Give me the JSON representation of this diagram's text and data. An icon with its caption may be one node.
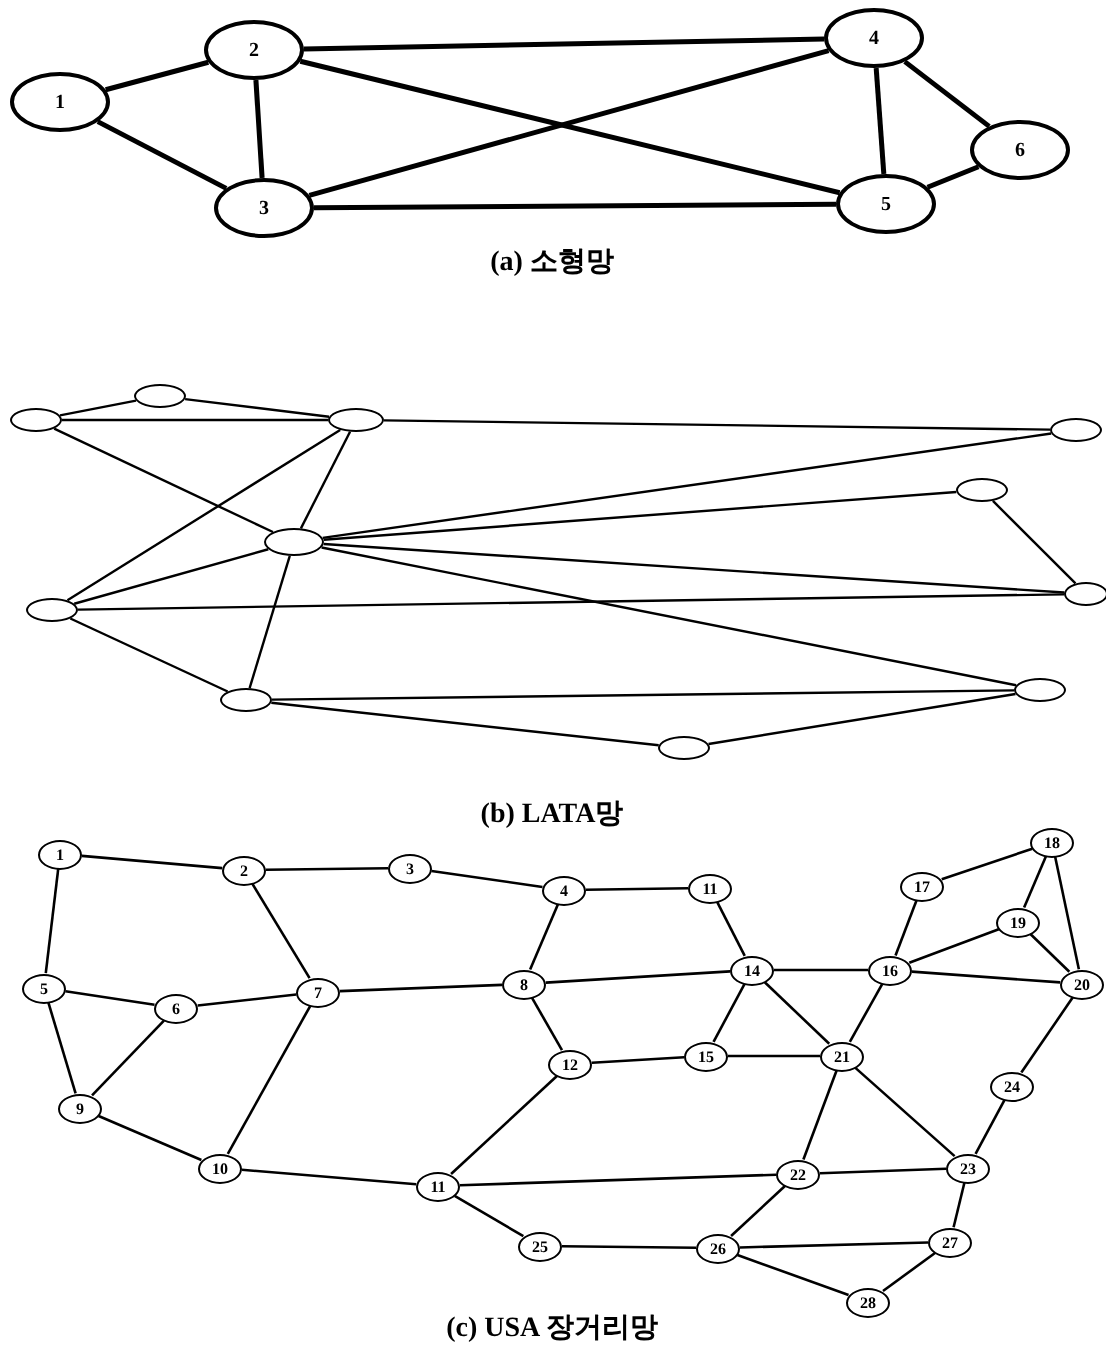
{
  "diagram": {
    "nodes": [
      {
        "text": [
          "1"
        ]
      },
      {
        "text": [
          "2"
        ]
      },
      {
        "text": [
          "3"
        ]
      },
      {
        "text": [
          "4"
        ]
      },
      {
        "text": [
          "5"
        ]
      },
      {
        "text": [
          "6"
        ]
      },
      {
        "text": [],
        "shape": "ellipse"
      },
      {
        "text": [],
        "shape": "ellipse"
      },
      {
        "text": [],
        "shape": "ellipse"
      },
      {
        "text": [],
        "shape": "ellipse"
      },
      {
        "text": [],
        "shape": "ellipse"
      },
      {
        "text": [],
        "shape": "ellipse"
      },
      {
        "text": [],
        "shape": "ellipse"
      },
      {
        "text": [],
        "shape": "ellipse"
      },
      {
        "text": [],
        "shape": "ellipse"
      },
      {
        "text": [],
        "shape": "ellipse"
      },
      {
        "text": [],
        "shape": "ellipse"
      },
      {
        "text": [
          "1"
        ]
      },
      {
        "text": [
          "2"
        ]
      },
      {
        "text": [
          "3"
        ]
      },
      {
        "text": [
          "4"
        ]
      },
      {
        "text": [
          "11"
        ]
      },
      {
        "text": [
          "18"
        ]
      },
      {
        "text": [
          "17"
        ]
      },
      {
        "text": [
          "19"
        ]
      },
      {
        "text": [
          "5"
        ]
      },
      {
        "text": [
          "6"
        ]
      },
      {
        "text": [
          "7"
        ]
      },
      {
        "text": [
          "8"
        ]
      },
      {
        "text": [
          "14"
        ]
      },
      {
        "text": [
          "16"
        ]
      },
      {
        "text": [
          "20"
        ]
      },
      {
        "text": [
          "12"
        ]
      },
      {
        "text": [
          "15"
        ]
      },
      {
        "text": [
          "21"
        ]
      },
      {
        "text": [
          "24"
        ]
      },
      {
        "text": [
          "9"
        ]
      },
      {
        "text": [
          "10"
        ]
      },
      {
        "text": [
          "23"
        ]
      },
      {
        "text": [
          "22"
        ]
      },
      {
        "text": [
          "11"
        ]
      },
      {
        "text": [
          "25"
        ]
      },
      {
        "text": [
          "26"
        ]
      },
      {
        "text": [
          "27"
        ]
      },
      {
        "text": [
          "28"
        ]
      }
    ],
    "edges": [
      {
        "from": 0,
        "to": 1,
        "arrow": "none"
      },
      {
        "from": 0,
        "to": 2,
        "arrow": "none"
      },
      {
        "from": 1,
        "to": 2,
        "arrow": "none"
      },
      {
        "from": 1,
        "to": 3,
        "arrow": "none"
      },
      {
        "from": 1,
        "to": 4,
        "arrow": "none"
      },
      {
        "from": 2,
        "to": 3,
        "arrow": "none"
      },
      {
        "from": 2,
        "to": 4,
        "arrow": "none"
      },
      {
        "from": 3,
        "to": 4,
        "arrow": "none"
      },
      {
        "from": 3,
        "to": 5,
        "arrow": "none"
      },
      {
        "from": 4,
        "to": 5,
        "arrow": "none"
      },
      {
        "from": 6,
        "to": 7,
        "arrow": "none"
      },
      {
        "from": 7,
        "to": 8,
        "arrow": "none"
      },
      {
        "from": 6,
        "to": 8,
        "arrow": "none"
      },
      {
        "from": 6,
        "to": 11,
        "arrow": "none"
      },
      {
        "from": 8,
        "to": 9,
        "arrow": "none"
      },
      {
        "from": 8,
        "to": 12,
        "arrow": "none"
      },
      {
        "from": 8,
        "to": 11,
        "arrow": "none"
      },
      {
        "from": 11,
        "to": 14,
        "arrow": "none"
      },
      {
        "from": 11,
        "to": 9,
        "arrow": "none"
      },
      {
        "from": 11,
        "to": 10,
        "arrow": "none"
      },
      {
        "from": 11,
        "to": 13,
        "arrow": "none"
      },
      {
        "from": 11,
        "to": 15,
        "arrow": "none"
      },
      {
        "from": 12,
        "to": 11,
        "arrow": "none"
      },
      {
        "from": 12,
        "to": 13,
        "arrow": "none"
      },
      {
        "from": 12,
        "to": 14,
        "arrow": "none"
      },
      {
        "from": 14,
        "to": 15,
        "arrow": "none"
      },
      {
        "from": 14,
        "to": 16,
        "arrow": "none"
      },
      {
        "from": 16,
        "to": 15,
        "arrow": "none"
      },
      {
        "from": 10,
        "to": 13,
        "arrow": "none"
      },
      {
        "from": 17,
        "to": 18,
        "arrow": "none"
      },
      {
        "from": 17,
        "to": 25,
        "arrow": "none"
      },
      {
        "from": 18,
        "to": 19,
        "arrow": "none"
      },
      {
        "from": 18,
        "to": 27,
        "arrow": "none"
      },
      {
        "from": 19,
        "to": 20,
        "arrow": "none"
      },
      {
        "from": 20,
        "to": 21,
        "arrow": "none"
      },
      {
        "from": 20,
        "to": 28,
        "arrow": "none"
      },
      {
        "from": 21,
        "to": 29,
        "arrow": "none"
      },
      {
        "from": 25,
        "to": 26,
        "arrow": "none"
      },
      {
        "from": 25,
        "to": 36,
        "arrow": "none"
      },
      {
        "from": 26,
        "to": 27,
        "arrow": "none"
      },
      {
        "from": 26,
        "to": 36,
        "arrow": "none"
      },
      {
        "from": 27,
        "to": 28,
        "arrow": "none"
      },
      {
        "from": 27,
        "to": 37,
        "arrow": "none"
      },
      {
        "from": 28,
        "to": 29,
        "arrow": "none"
      },
      {
        "from": 28,
        "to": 32,
        "arrow": "none"
      },
      {
        "from": 36,
        "to": 37,
        "arrow": "none"
      },
      {
        "from": 37,
        "to": 40,
        "arrow": "none"
      },
      {
        "from": 40,
        "to": 32,
        "arrow": "none"
      },
      {
        "from": 40,
        "to": 39,
        "arrow": "none"
      },
      {
        "from": 40,
        "to": 41,
        "arrow": "none"
      },
      {
        "from": 32,
        "to": 33,
        "arrow": "none"
      },
      {
        "from": 33,
        "to": 29,
        "arrow": "none"
      },
      {
        "from": 33,
        "to": 34,
        "arrow": "none"
      },
      {
        "from": 29,
        "to": 30,
        "arrow": "none"
      },
      {
        "from": 29,
        "to": 34,
        "arrow": "none"
      },
      {
        "from": 30,
        "to": 23,
        "arrow": "none"
      },
      {
        "from": 30,
        "to": 24,
        "arrow": "none"
      },
      {
        "from": 30,
        "to": 31,
        "arrow": "none"
      },
      {
        "from": 30,
        "to": 34,
        "arrow": "none"
      },
      {
        "from": 23,
        "to": 22,
        "arrow": "none"
      },
      {
        "from": 22,
        "to": 24,
        "arrow": "none"
      },
      {
        "from": 22,
        "to": 31,
        "arrow": "none"
      },
      {
        "from": 24,
        "to": 31,
        "arrow": "none"
      },
      {
        "from": 31,
        "to": 35,
        "arrow": "none"
      },
      {
        "from": 35,
        "to": 38,
        "arrow": "none"
      },
      {
        "from": 34,
        "to": 39,
        "arrow": "none"
      },
      {
        "from": 34,
        "to": 38,
        "arrow": "none"
      },
      {
        "from": 39,
        "to": 38,
        "arrow": "none"
      },
      {
        "from": 39,
        "to": 42,
        "arrow": "none"
      },
      {
        "from": 41,
        "to": 42,
        "arrow": "none"
      },
      {
        "from": 42,
        "to": 43,
        "arrow": "none"
      },
      {
        "from": 42,
        "to": 44,
        "arrow": "none"
      },
      {
        "from": 43,
        "to": 44,
        "arrow": "none"
      },
      {
        "from": 38,
        "to": 43,
        "arrow": "none"
      }
    ],
    "labels": [
      "(a) 소형망",
      "(b) LATA망",
      "(c) USA 장거리망"
    ]
  }
}
